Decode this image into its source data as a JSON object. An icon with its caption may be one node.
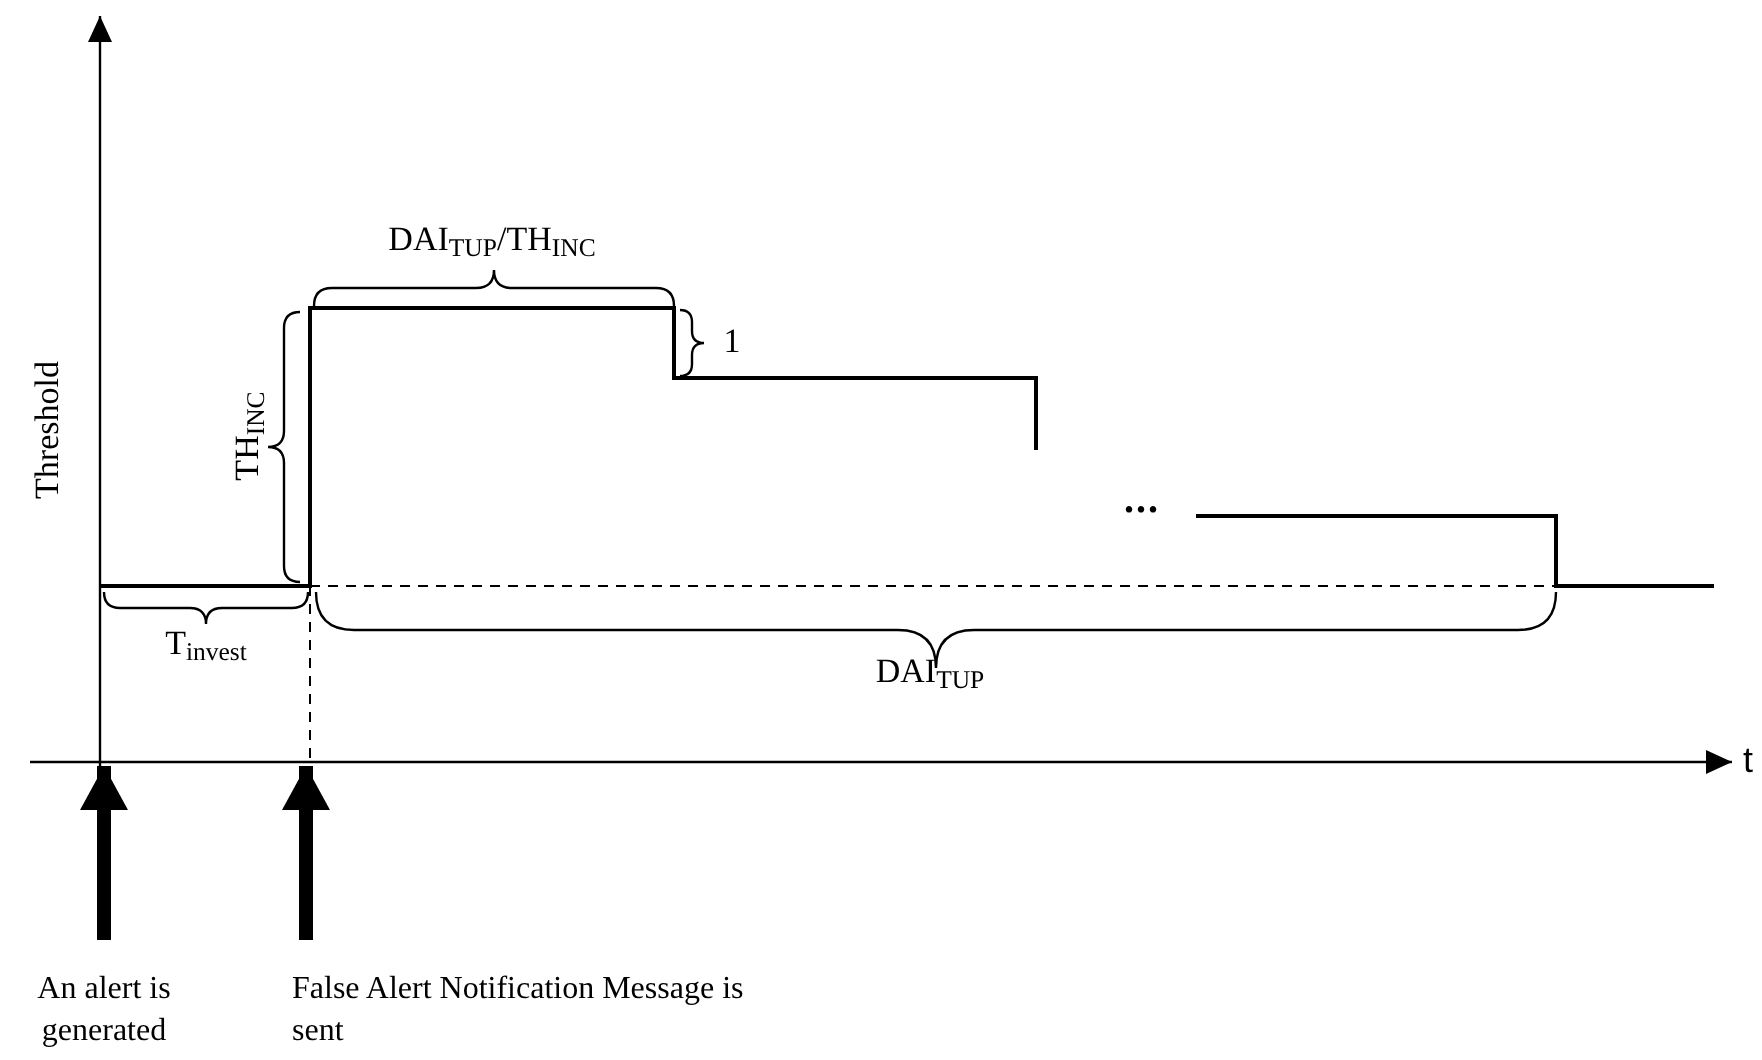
{
  "diagram": {
    "nodes": [
      {
        "text": [
          "An alert is generated"
        ]
      },
      {
        "text": [
          "False Alert Notification Message is sent"
        ]
      }
    ],
    "edges": [
      {
        "from": 0,
        "to": null,
        "arrow": "to"
      },
      {
        "from": 1,
        "to": null,
        "arrow": "to"
      }
    ],
    "labels": [
      "Threshold",
      "t",
      "DAI$_{TUP}$/TH$_{INC}$",
      "1",
      "TH$_{INC}$",
      "...",
      "T$_{invest}$",
      "DAI$_{TUP}$"
    ]
  }
}
